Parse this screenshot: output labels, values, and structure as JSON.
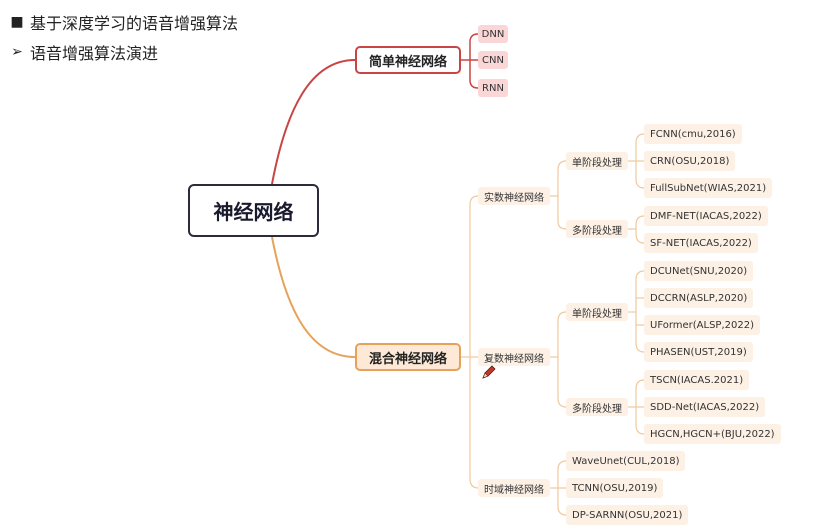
{
  "bullets": [
    {
      "symbol": "■",
      "text": "基于深度学习的语音增强算法"
    },
    {
      "symbol": "➢",
      "text": "语音增强算法演进"
    }
  ],
  "root": "神经网络",
  "simple": {
    "label": "简单神经网络",
    "children": [
      "DNN",
      "CNN",
      "RNN"
    ]
  },
  "hybrid": {
    "label": "混合神经网络",
    "real": {
      "label": "实数神经网络",
      "single": {
        "label": "单阶段处理",
        "items": [
          "FCNN(cmu,2016)",
          "CRN(OSU,2018)",
          "FullSubNet(WIAS,2021)"
        ]
      },
      "multi": {
        "label": "多阶段处理",
        "items": [
          "DMF-NET(IACAS,2022)",
          "SF-NET(IACAS,2022)"
        ]
      }
    },
    "complex": {
      "label": "复数神经网络",
      "single": {
        "label": "单阶段处理",
        "items": [
          "DCUNet(SNU,2020)",
          "DCCRN(ASLP,2020)",
          "UFormer(ALSP,2022)",
          "PHASEN(UST,2019)"
        ]
      },
      "multi": {
        "label": "多阶段处理",
        "items": [
          "TSCN(IACAS.2021)",
          "SDD-Net(IACAS,2022)",
          "HGCN,HGCN+(BJU,2022)"
        ]
      }
    },
    "time": {
      "label": "时域神经网络",
      "items": [
        "WaveUnet(CUL,2018)",
        "TCNN(OSU,2019)",
        "DP-SARNN(OSU,2021)"
      ]
    }
  },
  "colors": {
    "red": "#c94545",
    "orange": "#e6a25a",
    "leaf_bg": "#fdf1e6",
    "red_leaf_bg": "#fbd6d6"
  },
  "icons": {
    "pencil": "pencil-icon"
  }
}
